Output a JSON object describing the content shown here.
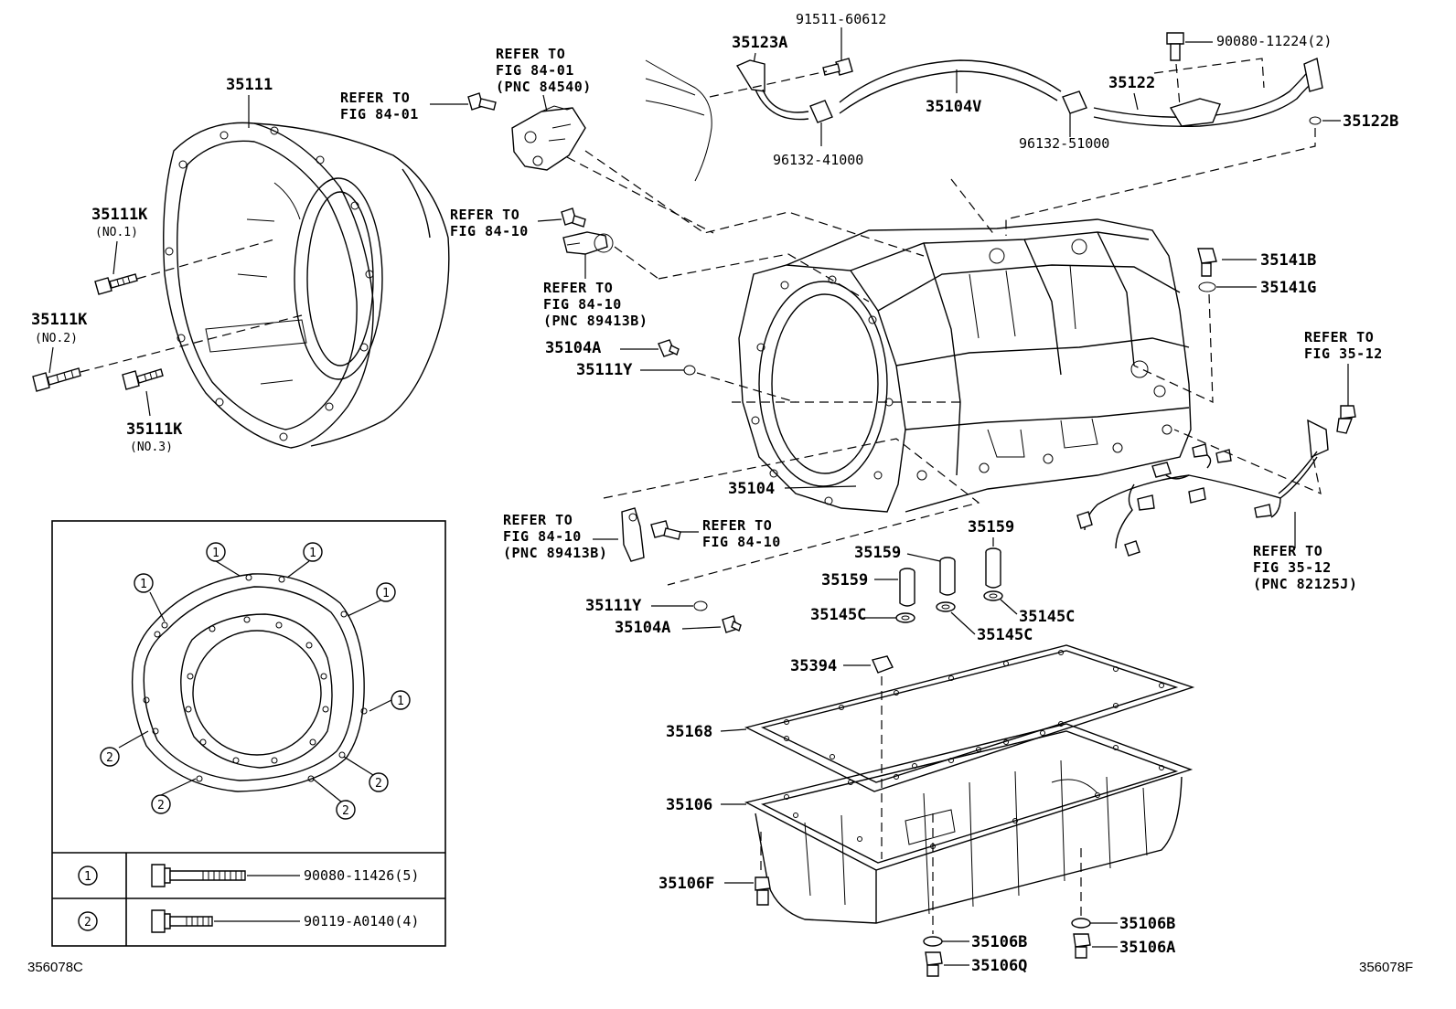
{
  "labels": {
    "bell_housing": "35111",
    "bolt_no1": "35111K",
    "bolt_no1_note": "(NO.1)",
    "bolt_no2": "35111K",
    "bolt_no2_note": "(NO.2)",
    "bolt_no3": "35111K",
    "bolt_no3_note": "(NO.3)",
    "bracket": "35123A",
    "bolt_top": "91511-60612",
    "hose": "35104V",
    "clip_left": "96132-41000",
    "clip_right": "96132-51000",
    "tube": "35122",
    "bolt_tube": "90080-11224(2)",
    "oring_tube": "35122B",
    "bolt_upper_right": "35141B",
    "washer_upper_right": "35141G",
    "plug_upper": "35104A",
    "oring_upper": "35111Y",
    "transmission": "35104",
    "sleeve_a": "35159",
    "sleeve_b": "35159",
    "sleeve_c": "35159",
    "washer_a": "35145C",
    "washer_b": "35145C",
    "washer_c": "35145C",
    "oring_lower": "35111Y",
    "plug_lower": "35104A",
    "magnet": "35394",
    "gasket": "35168",
    "oil_pan": "35106",
    "pan_bolt": "35106F",
    "drain_gasket_right": "35106B",
    "drain_plug_right": "35106A",
    "drain_gasket_left": "35106B",
    "drain_plug_left": "35106Q"
  },
  "refers": {
    "r1": [
      "REFER TO",
      "FIG 84-01"
    ],
    "r2": [
      "REFER TO",
      "FIG 84-01",
      "(PNC 84540)"
    ],
    "r3": [
      "REFER TO",
      "FIG 84-10"
    ],
    "r4": [
      "REFER TO",
      "FIG 84-10",
      "(PNC 89413B)"
    ],
    "r5": [
      "REFER TO",
      "FIG 84-10",
      "(PNC 89413B)"
    ],
    "r6": [
      "REFER TO",
      "FIG 84-10"
    ],
    "r7": [
      "REFER TO",
      "FIG 35-12"
    ],
    "r8": [
      "REFER TO",
      "FIG 35-12",
      "(PNC 82125J)"
    ]
  },
  "inset": {
    "legend": [
      {
        "mark": "1",
        "part": "90080-11426(5)"
      },
      {
        "mark": "2",
        "part": "90119-A0140(4)"
      }
    ],
    "markers": [
      "1",
      "1",
      "1",
      "1",
      "1",
      "2",
      "2",
      "2",
      "2"
    ]
  },
  "codes": {
    "left": "356078C",
    "right": "356078F"
  }
}
